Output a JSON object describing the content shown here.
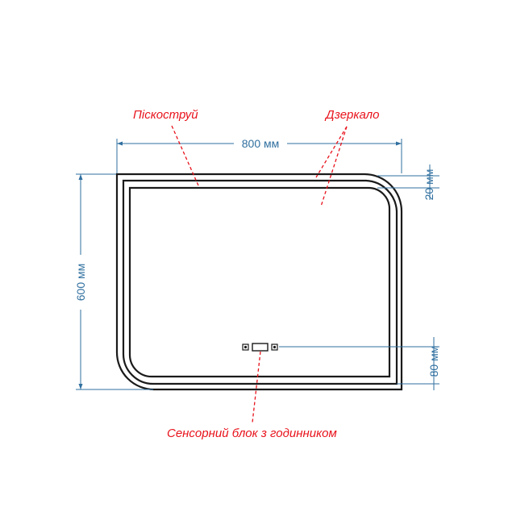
{
  "dimensions": {
    "width_label": "800 мм",
    "height_label": "600 мм",
    "frame_offset_label": "20 мм",
    "sensor_offset_label": "80 мм"
  },
  "callouts": {
    "sandblast": "Піскоструй",
    "mirror": "Дзеркало",
    "sensor_block": "Сенсорний блок з годинником"
  },
  "colors": {
    "outline": "#1a1a1a",
    "dimension": "#2f6f9f",
    "callout": "#e8121b"
  }
}
